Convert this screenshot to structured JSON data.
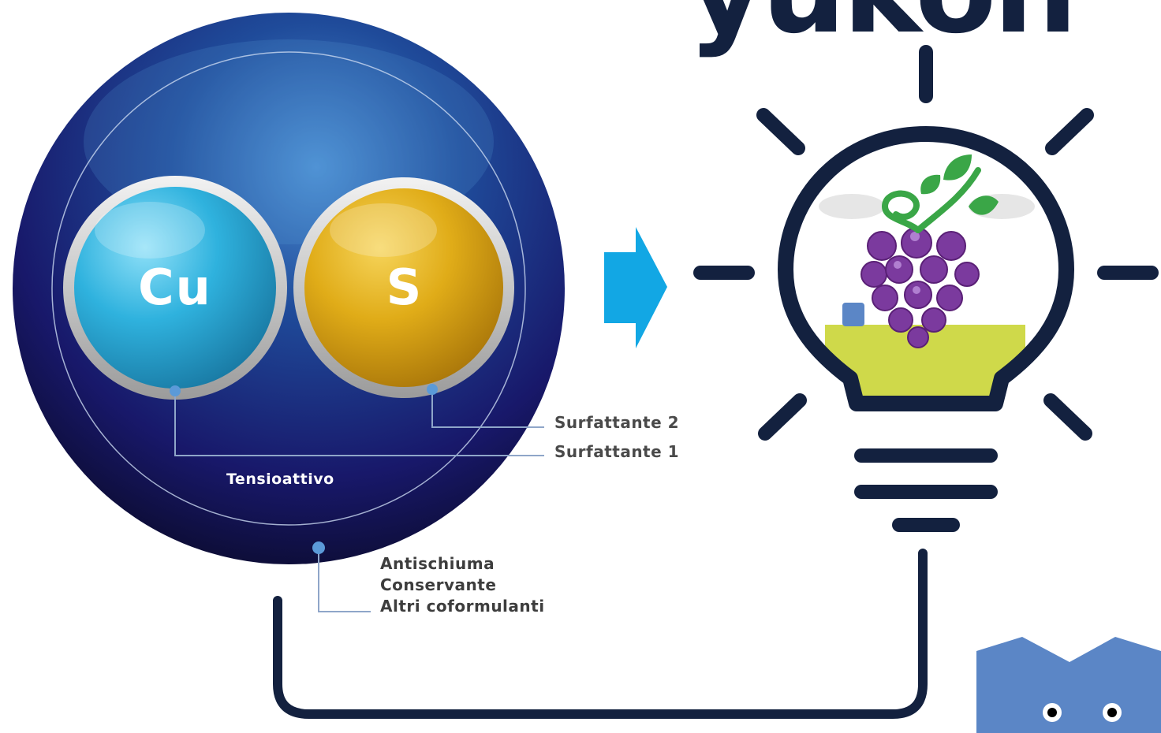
{
  "brand": {
    "logo_text": "yukon",
    "logo_color": "#13213f"
  },
  "sphere": {
    "label": "Tensioattivo",
    "color_dark": "#15154a",
    "color_light": "#3a78c0"
  },
  "atoms": [
    {
      "symbol": "Cu",
      "color": "#2aa6d6"
    },
    {
      "symbol": "S",
      "color": "#e0ac18"
    }
  ],
  "labels": {
    "surfactant_2": "Surfattante 2",
    "surfactant_1": "Surfattante 1",
    "additives": [
      "Antischiuma",
      "Conservante",
      "Altri coformulanti"
    ]
  },
  "arrow": {
    "color": "#12a7e4"
  },
  "bulb": {
    "stroke_color": "#13213f",
    "grape_color": "#7b3a9e",
    "leaf_color": "#3aa647",
    "ground_color": "#cfd94a"
  },
  "mascot": {
    "color": "#5b86c6"
  }
}
